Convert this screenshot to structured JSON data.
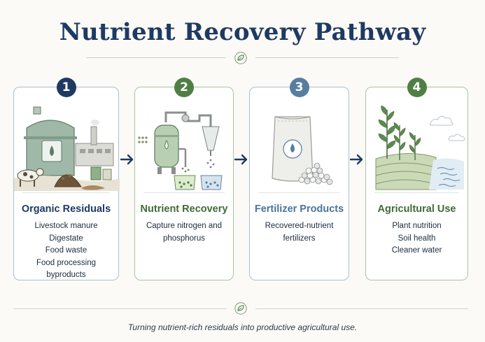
{
  "title": "Nutrient Recovery Pathway",
  "caption": "Turning nutrient-rich residuals into productive agricultural use.",
  "colors": {
    "navy": "#1e3a63",
    "green": "#4f7f45",
    "blue": "#587e9f",
    "rule": "#c9d3de"
  },
  "icons": {
    "top_divider": "leaf-icon",
    "bottom_divider": "leaf-icon",
    "connector": "arrow-right-icon"
  },
  "steps": [
    {
      "number": "1",
      "heading": "Organic Residuals",
      "accent": "#1e3a63",
      "illustration": "digester-farm-illustration",
      "lines": [
        "Livestock manure",
        "Digestate",
        "Food waste",
        "Food processing byproducts"
      ]
    },
    {
      "number": "2",
      "heading": "Nutrient Recovery",
      "accent": "#4f7f45",
      "illustration": "recovery-reactor-illustration",
      "lines": [
        "Capture nitrogen and",
        "phosphorus"
      ]
    },
    {
      "number": "3",
      "heading": "Fertilizer Products",
      "accent": "#587e9f",
      "illustration": "fertilizer-bag-illustration",
      "lines": [
        "Recovered-nutrient fertilizers"
      ]
    },
    {
      "number": "4",
      "heading": "Agricultural Use",
      "accent": "#4f7f45",
      "illustration": "crops-field-illustration",
      "lines": [
        "Plant nutrition",
        "Soil health",
        "Cleaner water"
      ]
    }
  ]
}
